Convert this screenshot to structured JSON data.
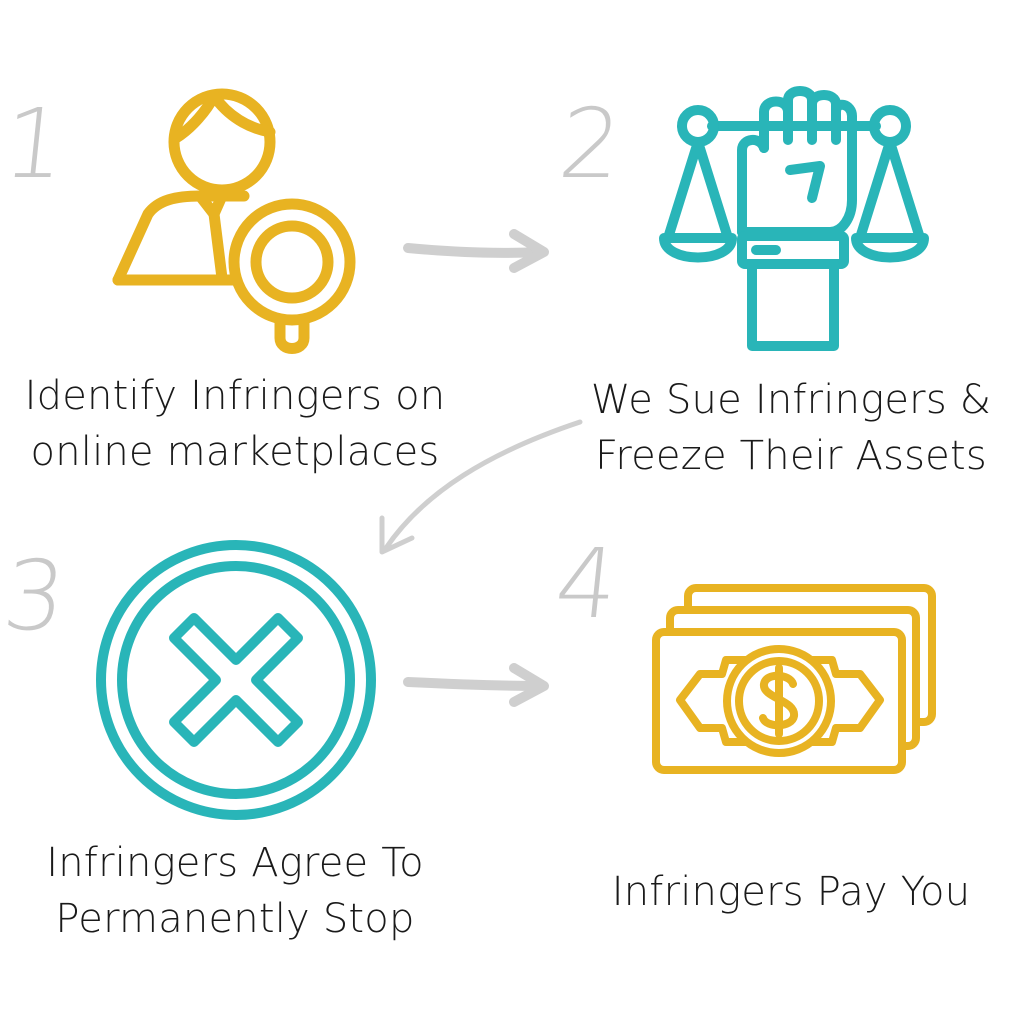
{
  "colors": {
    "gold": "#e8b322",
    "teal": "#29b5b8",
    "arrow": "#cfcfcf",
    "number": "#c9c9c9",
    "text": "#1a1a1a"
  },
  "steps": [
    {
      "number": "1",
      "icon": "investigator-magnifier-icon",
      "line1": "Identify Infringers on",
      "line2": "online marketplaces"
    },
    {
      "number": "2",
      "icon": "fist-scales-of-justice-icon",
      "line1": "We Sue Infringers &",
      "line2": "Freeze Their Assets"
    },
    {
      "number": "3",
      "icon": "circle-x-icon",
      "line1": "Infringers Agree To",
      "line2": "Permanently Stop"
    },
    {
      "number": "4",
      "icon": "money-bills-icon",
      "line1": "Infringers Pay You",
      "line2": ""
    }
  ]
}
